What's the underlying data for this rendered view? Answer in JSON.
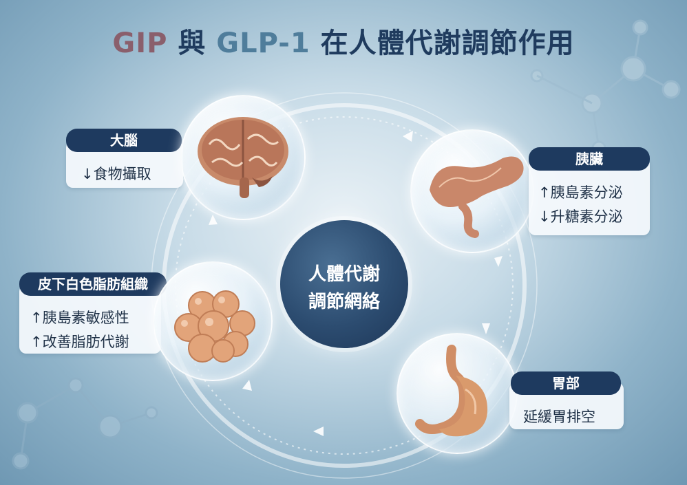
{
  "title": {
    "part1": "GIP",
    "part2": " 與 ",
    "part3": "GLP-1",
    "part4": " 在人體代謝調節作用"
  },
  "center": {
    "line1": "人體代謝",
    "line2": "調節網絡"
  },
  "organs": {
    "brain": {
      "name": "大腦",
      "effects": [
        "↓食物攝取"
      ]
    },
    "pancreas": {
      "name": "胰臟",
      "effects": [
        "↑胰島素分泌",
        "↓升糖素分泌"
      ]
    },
    "stomach": {
      "name": "胃部",
      "effects": [
        "延緩胃排空"
      ]
    },
    "adipose": {
      "name": "皮下白色脂肪組織",
      "effects": [
        "↑胰島素敏感性",
        "↑改善脂肪代謝"
      ]
    }
  },
  "colors": {
    "navy": "#1e3a5f",
    "gip": "#8a5f6c",
    "glp": "#4f7d9b",
    "organ_flesh": "#d99a6c"
  },
  "icons": [
    "brain-icon",
    "pancreas-icon",
    "stomach-icon",
    "fat-cells-icon",
    "molecule-icon",
    "flow-arrow-icon"
  ]
}
